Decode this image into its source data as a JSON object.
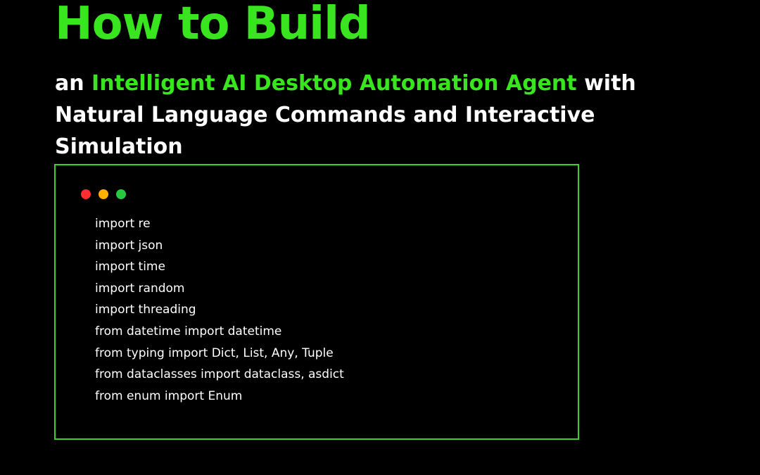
{
  "header": {
    "title": "How to Build",
    "subtitle_prefix": "an ",
    "subtitle_accent": "Intelligent AI Desktop Automation Agent",
    "subtitle_suffix": " with Natural Language Commands and Interactive Simulation"
  },
  "code_window": {
    "dots": [
      {
        "name": "red-dot",
        "color": "#ff2d2d"
      },
      {
        "name": "yellow-dot",
        "color": "#ffb000"
      },
      {
        "name": "green-dot",
        "color": "#27c93f"
      }
    ],
    "lines": [
      "import re",
      "import json",
      "import time",
      "import random",
      "import threading",
      "from datetime import datetime",
      "from typing import Dict, List, Any, Tuple",
      "from dataclasses import dataclass, asdict",
      "from enum import Enum"
    ]
  },
  "colors": {
    "accent": "#39e51e",
    "border": "#3fcf2b",
    "background": "#000000",
    "text": "#ffffff"
  }
}
